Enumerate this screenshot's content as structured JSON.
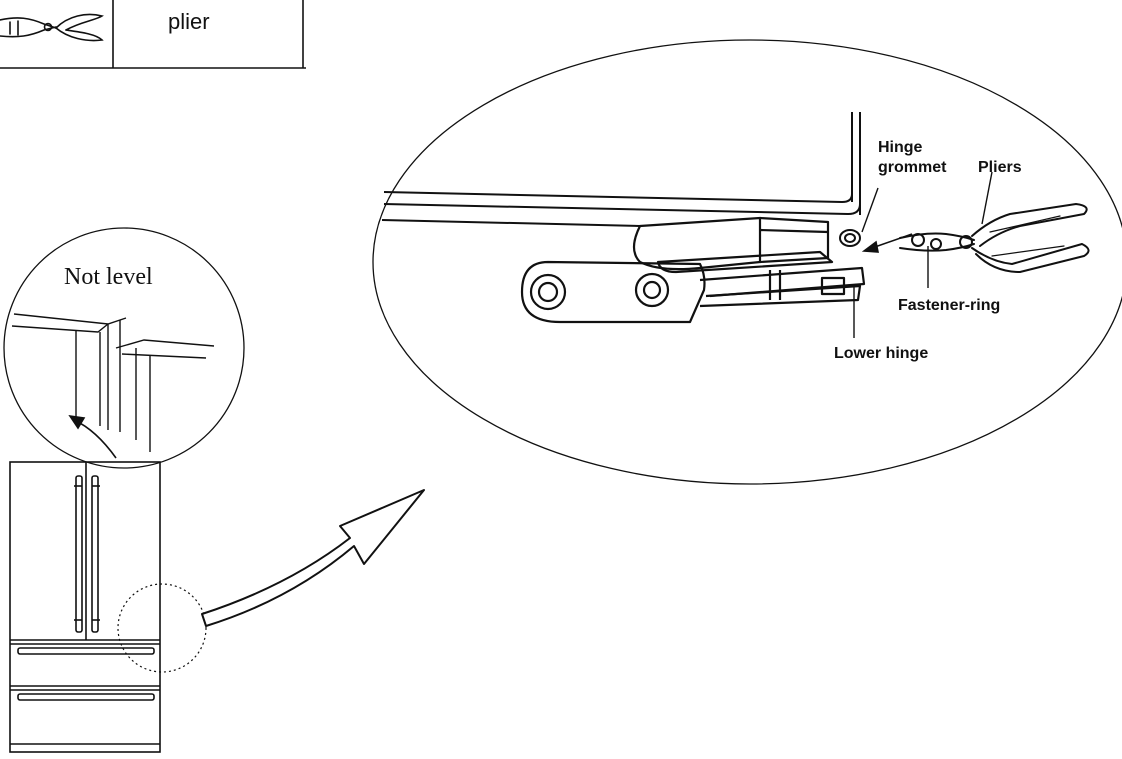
{
  "tool_table": {
    "tool_icon": "pliers-icon",
    "tool_name": "plier"
  },
  "not_level_callout": {
    "label": "Not level"
  },
  "hinge_detail": {
    "labels": {
      "hinge_grommet_line1": "Hinge",
      "hinge_grommet_line2": "grommet",
      "pliers": "Pliers",
      "fastener_ring": "Fastener-ring",
      "lower_hinge": "Lower hinge"
    }
  },
  "colors": {
    "line": "#111111",
    "background": "#ffffff"
  }
}
